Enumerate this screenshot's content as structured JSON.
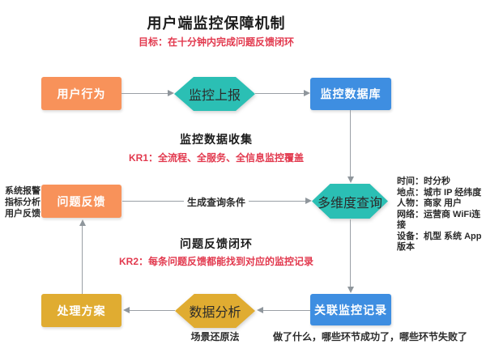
{
  "title": "用户端监控保障机制",
  "goal": "目标：在十分钟内完成问题反馈闭环",
  "sections": {
    "collect": {
      "heading": "监控数据收集",
      "kr": "KR1：全流程、全服务、全信息监控覆盖"
    },
    "loop": {
      "heading": "问题反馈闭环",
      "kr": "KR2：每条问题反馈都能找到对应的监控记录"
    }
  },
  "nodes": {
    "user_behavior": "用户行为",
    "monitor_report": "监控上报",
    "monitor_db": "监控数据库",
    "issue_feedback": "问题反馈",
    "multi_query": "多维度查询",
    "handle_plan": "处理方案",
    "data_analysis": "数据分析",
    "related_records": "关联监控记录"
  },
  "annotations": {
    "feedback_sources": [
      "系统报警",
      "指标分析",
      "用户反馈"
    ],
    "query_conditions_label": "生成查询条件",
    "query_dimensions": [
      "时间：时分秒",
      "地点：城市 IP 经纬度",
      "人物：商家 用户",
      "网络：运营商 WiFi连接",
      "设备：机型 系统 App版本"
    ],
    "scene_method": "场景还原法",
    "records_note": "做了什么，哪些环节成功了，哪些环节失败了"
  },
  "colors": {
    "node_orange": "#f8925a",
    "node_teal": "#2bbfb4",
    "node_blue": "#3e8ee1",
    "node_gold": "#e0ac31",
    "accent_red": "#e2394e",
    "connector_gray": "#9aa0a6",
    "text_dark": "#2b2b2b"
  }
}
